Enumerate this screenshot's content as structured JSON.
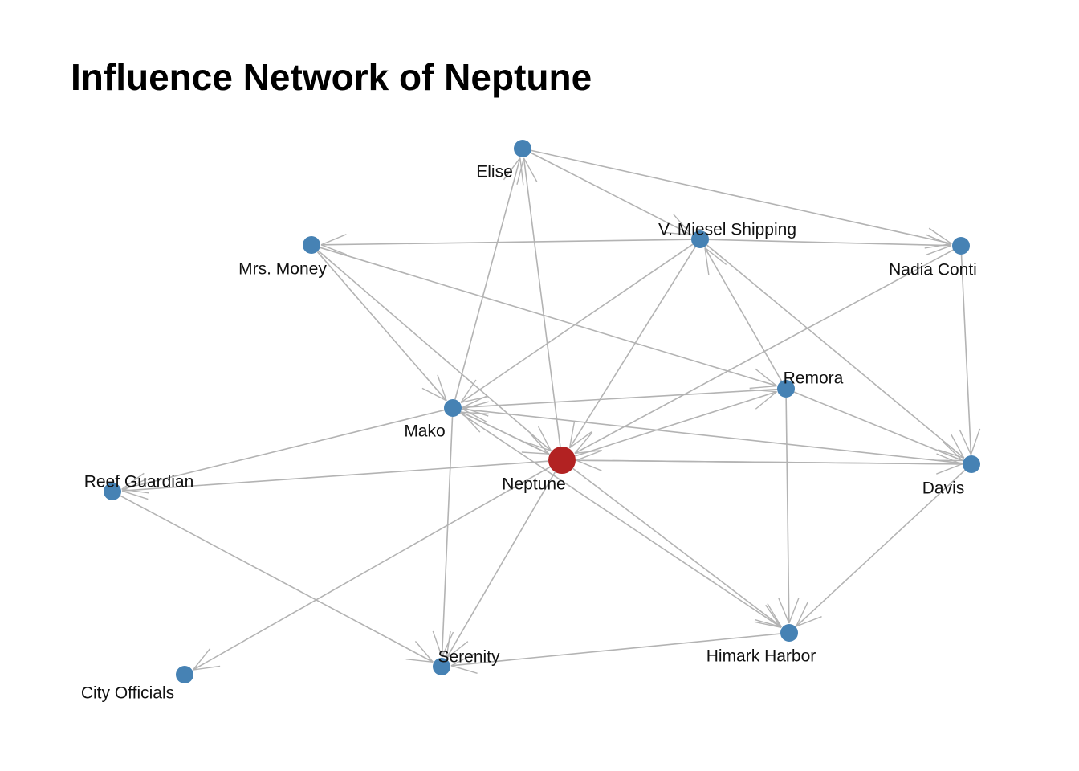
{
  "title": "Influence Network of Neptune",
  "colors": {
    "background": "#ffffff",
    "edge": "#b3b3b3",
    "node": "#4682b4",
    "focus_node": "#b22222"
  },
  "nodes": [
    {
      "id": "neptune",
      "label": "Neptune",
      "focus": true
    },
    {
      "id": "elise",
      "label": "Elise",
      "focus": false
    },
    {
      "id": "miesel",
      "label": "V. Miesel Shipping",
      "focus": false
    },
    {
      "id": "money",
      "label": "Mrs. Money",
      "focus": false
    },
    {
      "id": "conti",
      "label": "Nadia Conti",
      "focus": false
    },
    {
      "id": "remora",
      "label": "Remora",
      "focus": false
    },
    {
      "id": "mako",
      "label": "Mako",
      "focus": false
    },
    {
      "id": "davis",
      "label": "Davis",
      "focus": false
    },
    {
      "id": "reef",
      "label": "Reef Guardian",
      "focus": false
    },
    {
      "id": "himark",
      "label": "Himark Harbor",
      "focus": false
    },
    {
      "id": "serenity",
      "label": "Serenity",
      "focus": false
    },
    {
      "id": "city",
      "label": "City Officials",
      "focus": false
    }
  ],
  "edges": [
    {
      "from": "elise",
      "to": "miesel"
    },
    {
      "from": "elise",
      "to": "conti"
    },
    {
      "from": "neptune",
      "to": "elise"
    },
    {
      "from": "mako",
      "to": "elise"
    },
    {
      "from": "miesel",
      "to": "money"
    },
    {
      "from": "miesel",
      "to": "conti"
    },
    {
      "from": "miesel",
      "to": "mako"
    },
    {
      "from": "miesel",
      "to": "neptune"
    },
    {
      "from": "miesel",
      "to": "davis"
    },
    {
      "from": "remora",
      "to": "miesel"
    },
    {
      "from": "money",
      "to": "mako"
    },
    {
      "from": "money",
      "to": "neptune"
    },
    {
      "from": "money",
      "to": "remora"
    },
    {
      "from": "conti",
      "to": "neptune"
    },
    {
      "from": "conti",
      "to": "davis"
    },
    {
      "from": "remora",
      "to": "mako"
    },
    {
      "from": "neptune",
      "to": "remora"
    },
    {
      "from": "remora",
      "to": "davis"
    },
    {
      "from": "remora",
      "to": "himark"
    },
    {
      "from": "mako",
      "to": "neptune"
    },
    {
      "from": "neptune",
      "to": "mako"
    },
    {
      "from": "davis",
      "to": "mako"
    },
    {
      "from": "mako",
      "to": "reef"
    },
    {
      "from": "mako",
      "to": "serenity"
    },
    {
      "from": "neptune",
      "to": "reef"
    },
    {
      "from": "neptune",
      "to": "davis"
    },
    {
      "from": "davis",
      "to": "neptune"
    },
    {
      "from": "neptune",
      "to": "himark"
    },
    {
      "from": "mako",
      "to": "himark"
    },
    {
      "from": "neptune",
      "to": "serenity"
    },
    {
      "from": "neptune",
      "to": "city"
    },
    {
      "from": "davis",
      "to": "himark"
    },
    {
      "from": "reef",
      "to": "serenity"
    },
    {
      "from": "himark",
      "to": "serenity"
    }
  ]
}
